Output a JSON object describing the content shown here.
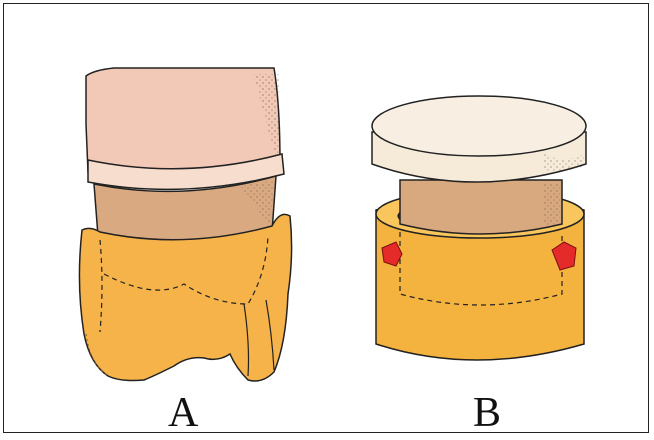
{
  "figure": {
    "panels": [
      {
        "id": "A",
        "label": "A",
        "colors": {
          "crown": "#f6b34a",
          "root": "#d9a982",
          "band": "#f7ddcd",
          "stone": "#f2c9b6"
        }
      },
      {
        "id": "B",
        "label": "B",
        "colors": {
          "ring": "#f4b23e",
          "core": "#d8a97f",
          "cap": "#f6ead8",
          "marker": "#e52a2a"
        }
      }
    ]
  }
}
